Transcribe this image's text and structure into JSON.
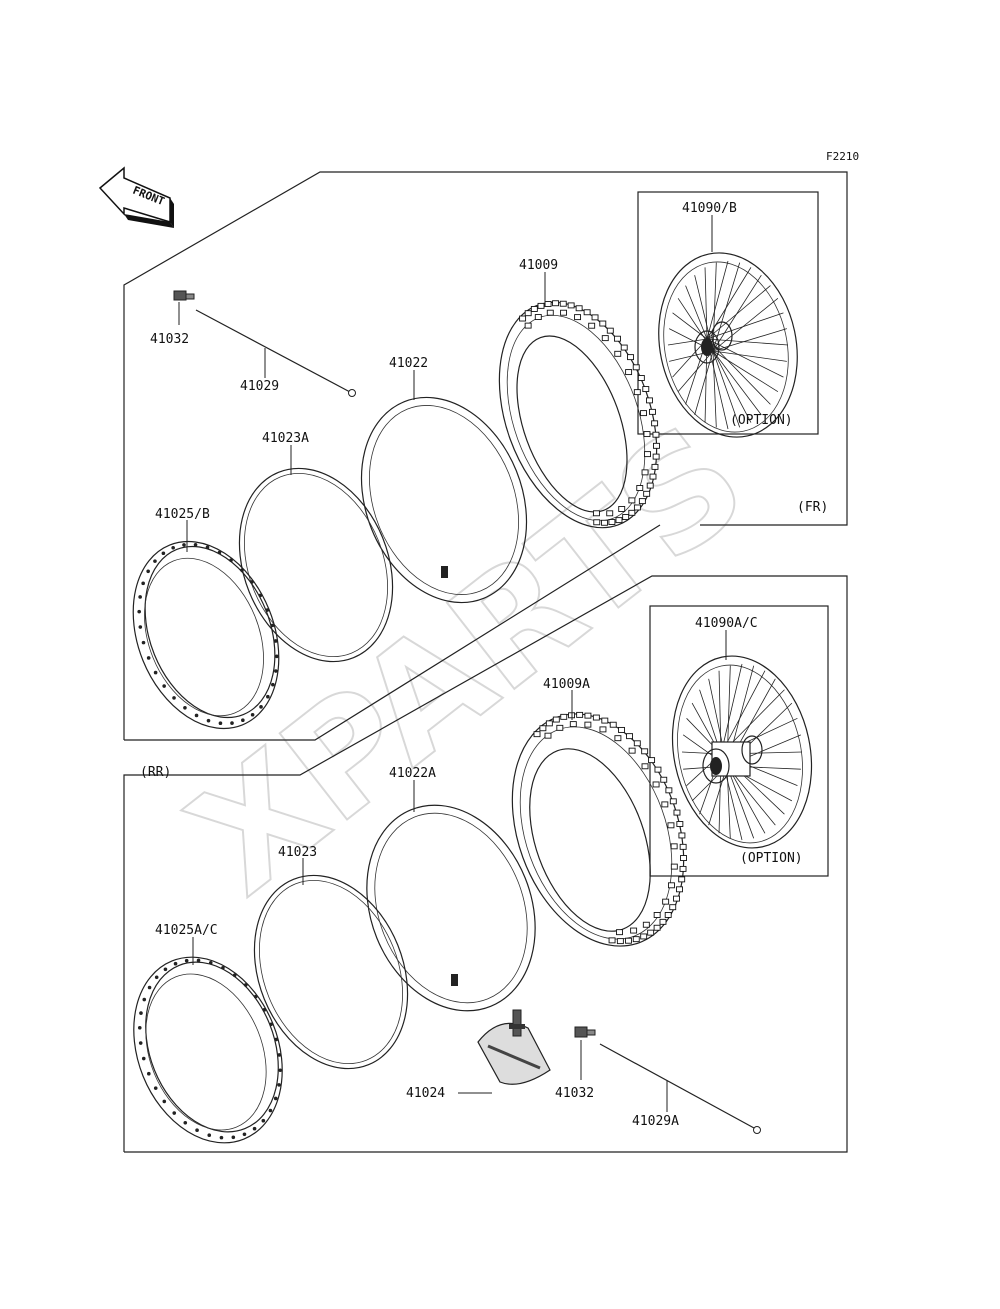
{
  "code": "F2210",
  "front_label": "FRONT",
  "front": {
    "section": "(FR)",
    "option": "(OPTION)",
    "parts": {
      "wheel": "41090/B",
      "tire": "41009",
      "tube": "41022",
      "band": "41023A",
      "rim": "41025/B",
      "nipple": "41032",
      "spoke": "41029"
    }
  },
  "rear": {
    "section": "(RR)",
    "option": "(OPTION)",
    "parts": {
      "wheel": "41090A/C",
      "tire": "41009A",
      "tube": "41022A",
      "band": "41023",
      "rim": "41025A/C",
      "rim_lock": "41024",
      "nipple": "41032",
      "spoke": "41029A"
    }
  },
  "watermark": "XPARTS"
}
